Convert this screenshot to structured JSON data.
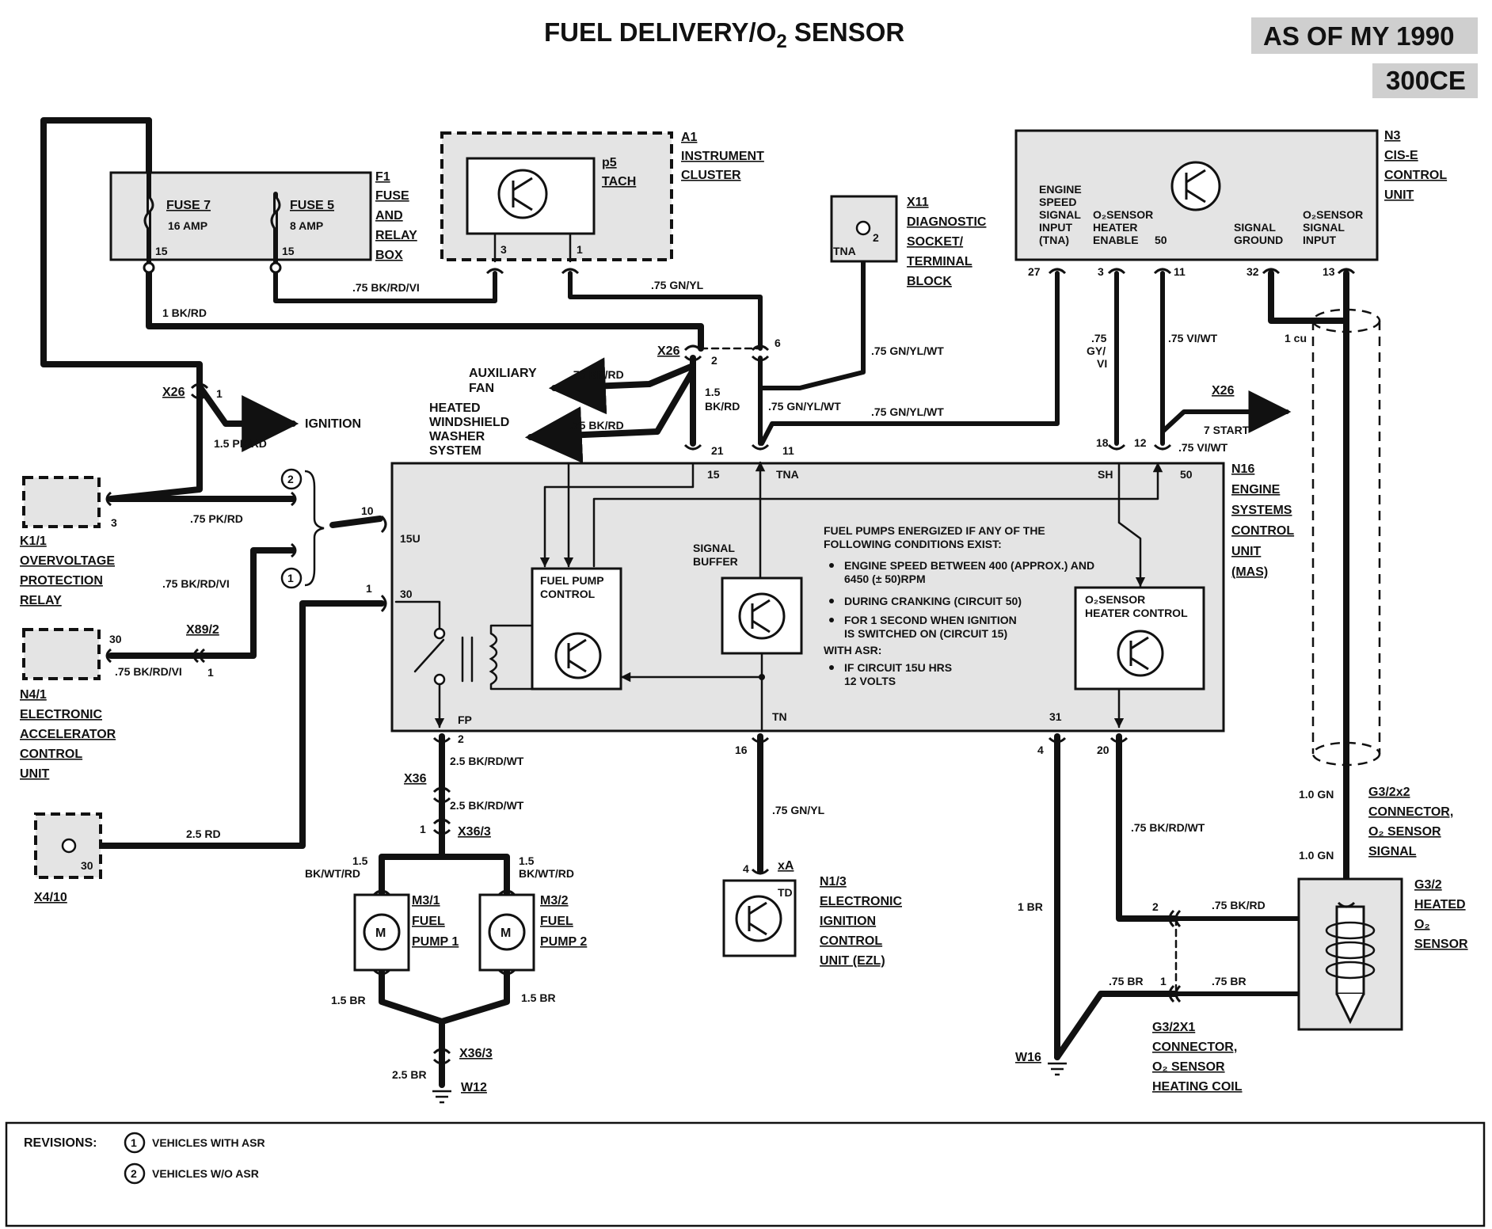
{
  "title": {
    "main": "FUEL DELIVERY/O",
    "sub": "2",
    "end": " SENSOR"
  },
  "badge": {
    "line1": "AS OF MY 1990",
    "line2": "300CE"
  },
  "components": {
    "f1": {
      "id": "F1",
      "l1": "FUSE",
      "l2": "AND",
      "l3": "RELAY",
      "l4": "BOX",
      "fuse7": "FUSE 7",
      "fuse7_amp": "16 AMP",
      "fuse5": "FUSE 5",
      "fuse5_amp": "8 AMP",
      "t15": "15"
    },
    "a1": {
      "id": "A1",
      "l1": "INSTRUMENT",
      "l2": "CLUSTER",
      "p5": "p5",
      "tach": "TACH"
    },
    "x11": {
      "id": "X11",
      "l1": "DIAGNOSTIC",
      "l2": "SOCKET/",
      "l3": "TERMINAL",
      "l4": "BLOCK",
      "tna": "TNA",
      "pin": "2"
    },
    "n3": {
      "id": "N3",
      "l1": "CIS-E",
      "l2": "CONTROL",
      "l3": "UNIT",
      "in1": "ENGINE",
      "in2": "SPEED",
      "in3": "SIGNAL",
      "in4": "INPUT",
      "in5": "(TNA)",
      "h1": "O₂SENSOR",
      "h2": "HEATER",
      "h3": "ENABLE",
      "h4": "50",
      "g1": "SIGNAL",
      "g2": "GROUND",
      "s1": "O₂SENSOR",
      "s2": "SIGNAL",
      "s3": "INPUT"
    },
    "n16": {
      "id": "N16",
      "l1": "ENGINE",
      "l2": "SYSTEMS",
      "l3": "CONTROL",
      "l4": "UNIT",
      "l5": "(MAS)",
      "fpc1": "FUEL PUMP",
      "fpc2": "CONTROL",
      "sb1": "SIGNAL",
      "sb2": "BUFFER",
      "o2h1": "O₂SENSOR",
      "o2h2": "HEATER CONTROL",
      "t15": "15",
      "tna": "TNA",
      "sh": "SH",
      "t50": "50",
      "t15u": "15U",
      "t30": "30",
      "fp": "FP",
      "tn": "TN",
      "t31": "31"
    },
    "k11": {
      "id": "K1/1",
      "l1": "OVERVOLTAGE",
      "l2": "PROTECTION",
      "l3": "RELAY",
      "pin": "3"
    },
    "n41": {
      "id": "N4/1",
      "l1": "ELECTRONIC",
      "l2": "ACCELERATOR",
      "l3": "CONTROL",
      "l4": "UNIT",
      "pin": "30"
    },
    "x410": {
      "id": "X4/10",
      "pin": "30"
    },
    "m31": {
      "id": "M3/1",
      "l1": "FUEL",
      "l2": "PUMP 1",
      "m": "M"
    },
    "m32": {
      "id": "M3/2",
      "l1": "FUEL",
      "l2": "PUMP 2",
      "m": "M"
    },
    "n13": {
      "id": "N1/3",
      "l1": "ELECTRONIC",
      "l2": "IGNITION",
      "l3": "CONTROL",
      "l4": "UNIT (EZL)",
      "td": "TD"
    },
    "g32": {
      "id": "G3/2",
      "l1": "HEATED",
      "l2": "O₂",
      "l3": "SENSOR"
    },
    "g32x2": {
      "id": "G3/2x2",
      "l1": "CONNECTOR,",
      "l2": "O₂ SENSOR",
      "l3": "SIGNAL"
    },
    "g32x1": {
      "id": "G3/2X1",
      "l1": "CONNECTOR,",
      "l2": "O₂ SENSOR",
      "l3": "HEATING COIL"
    }
  },
  "wires": {
    "bkrdvi_75": ".75 BK/RD/VI",
    "gnyl_75": ".75 GN/YL",
    "bkrd_1": "1 BK/RD",
    "gnylwt_75": ".75 GN/YL/WT",
    "bkrd_75": ".75 BK/RD",
    "bkrd_15a": "1.5",
    "bkrd_15b": "BK/RD",
    "pkrd_15": "1.5 PK/RD",
    "pkrd_75": ".75 PK/RD",
    "gyvi_a": ".75",
    "gyvi_b": "GY/",
    "gyvi_c": "VI",
    "viwt_75": ".75 VI/WT",
    "cu_1": "1 cu",
    "bkrdwt_25": "2.5 BK/RD/WT",
    "rd_25": "2.5 RD",
    "bkwtrd_15a": "1.5",
    "bkwtrd_15b": "BK/WT/RD",
    "br_15": "1.5 BR",
    "br_25": "2.5 BR",
    "bkrdwt_75": ".75 BK/RD/WT",
    "gn_10": "1.0 GN",
    "br_1": "1 BR",
    "br_75": ".75 BR"
  },
  "connectors": {
    "x26": "X26",
    "x892": "X89/2",
    "x36": "X36",
    "x363": "X36/3",
    "w12": "W12",
    "w16": "W16",
    "xa": "xA",
    "start": "7 START",
    "ignition": "IGNITION",
    "aux1": "AUXILIARY",
    "aux2": "FAN",
    "hw1": "HEATED",
    "hw2": "WINDSHIELD",
    "hw3": "WASHER",
    "hw4": "SYSTEM"
  },
  "pins": {
    "p1": "1",
    "p2": "2",
    "p3": "3",
    "p4": "4",
    "p6": "6",
    "p10": "10",
    "p11": "11",
    "p12": "12",
    "p13": "13",
    "p15": "15",
    "p16": "16",
    "p18": "18",
    "p20": "20",
    "p21": "21",
    "p27": "27",
    "p30": "30",
    "p31": "31",
    "p32": "32"
  },
  "notes": {
    "n1": "FUEL PUMPS ENERGIZED IF ANY OF THE",
    "n2": "FOLLOWING CONDITIONS EXIST:",
    "b1a": "ENGINE SPEED BETWEEN 400 (APPROX.) AND",
    "b1b": "6450 (± 50)RPM",
    "b2": "DURING CRANKING (CIRCUIT 50)",
    "b3a": "FOR 1 SECOND WHEN IGNITION",
    "b3b": "IS SWITCHED ON (CIRCUIT 15)",
    "asr": "WITH ASR:",
    "b4a": "IF CIRCUIT 15U HRS",
    "b4b": "12 VOLTS"
  },
  "revisions": {
    "label": "REVISIONS:",
    "r1_num": "1",
    "r1": "VEHICLES WITH ASR",
    "r2_num": "2",
    "r2": "VEHICLES W/O ASR"
  }
}
